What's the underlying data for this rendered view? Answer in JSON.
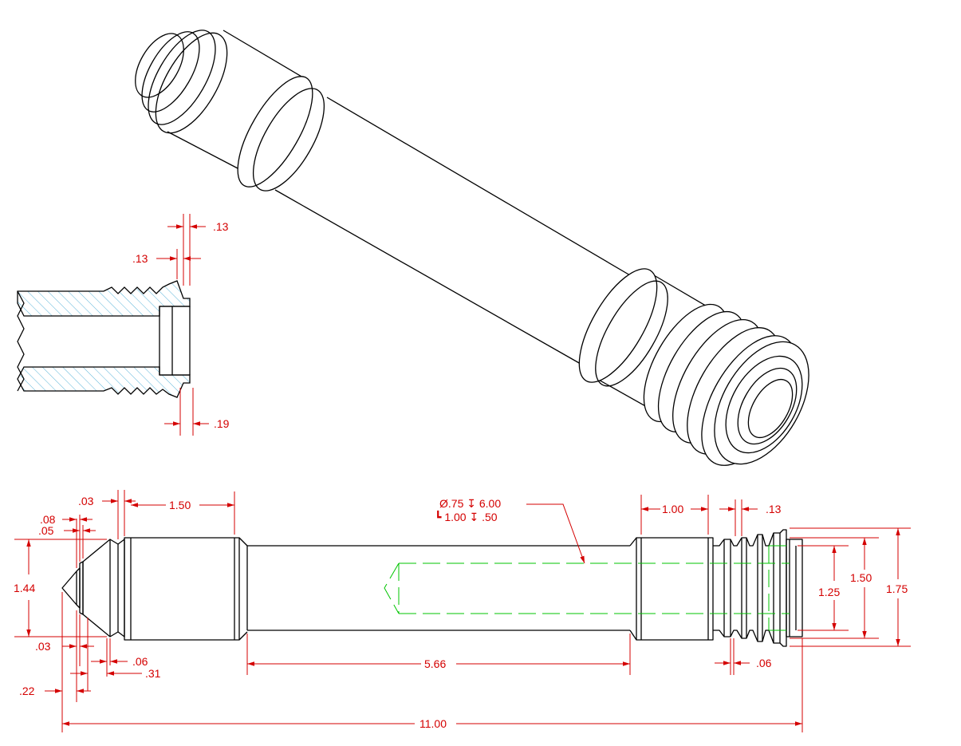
{
  "colors": {
    "outline": "#000000",
    "dimension": "#d40000",
    "hidden_line": "#00c400",
    "hatch": "#5ab4d8",
    "background": "#ffffff"
  },
  "section_view": {
    "dimensions": {
      "top_offset": ".13",
      "top_width": ".13",
      "bottom_width": ".19"
    }
  },
  "front_view": {
    "dimensions": {
      "tip_small": ".03",
      "tip_step_a": ".08",
      "tip_step_b": ".05",
      "shoulder_length": "1.50",
      "bore_callout_line1": "Ø.75 ↧ 6.00",
      "bore_callout_line2": "┗ 1.00 ↧ .50",
      "thread_land_length": "1.00",
      "thread_pitch": ".13",
      "tip_diameter": "1.44",
      "bore_diameter": "1.25",
      "thread_minor": "1.50",
      "thread_major": "1.75",
      "tip_offset": ".03",
      "groove_a": ".06",
      "groove_b": ".31",
      "shaft_length": "5.66",
      "groove_width": ".06",
      "tip_length": ".22",
      "overall_length": "11.00"
    }
  }
}
